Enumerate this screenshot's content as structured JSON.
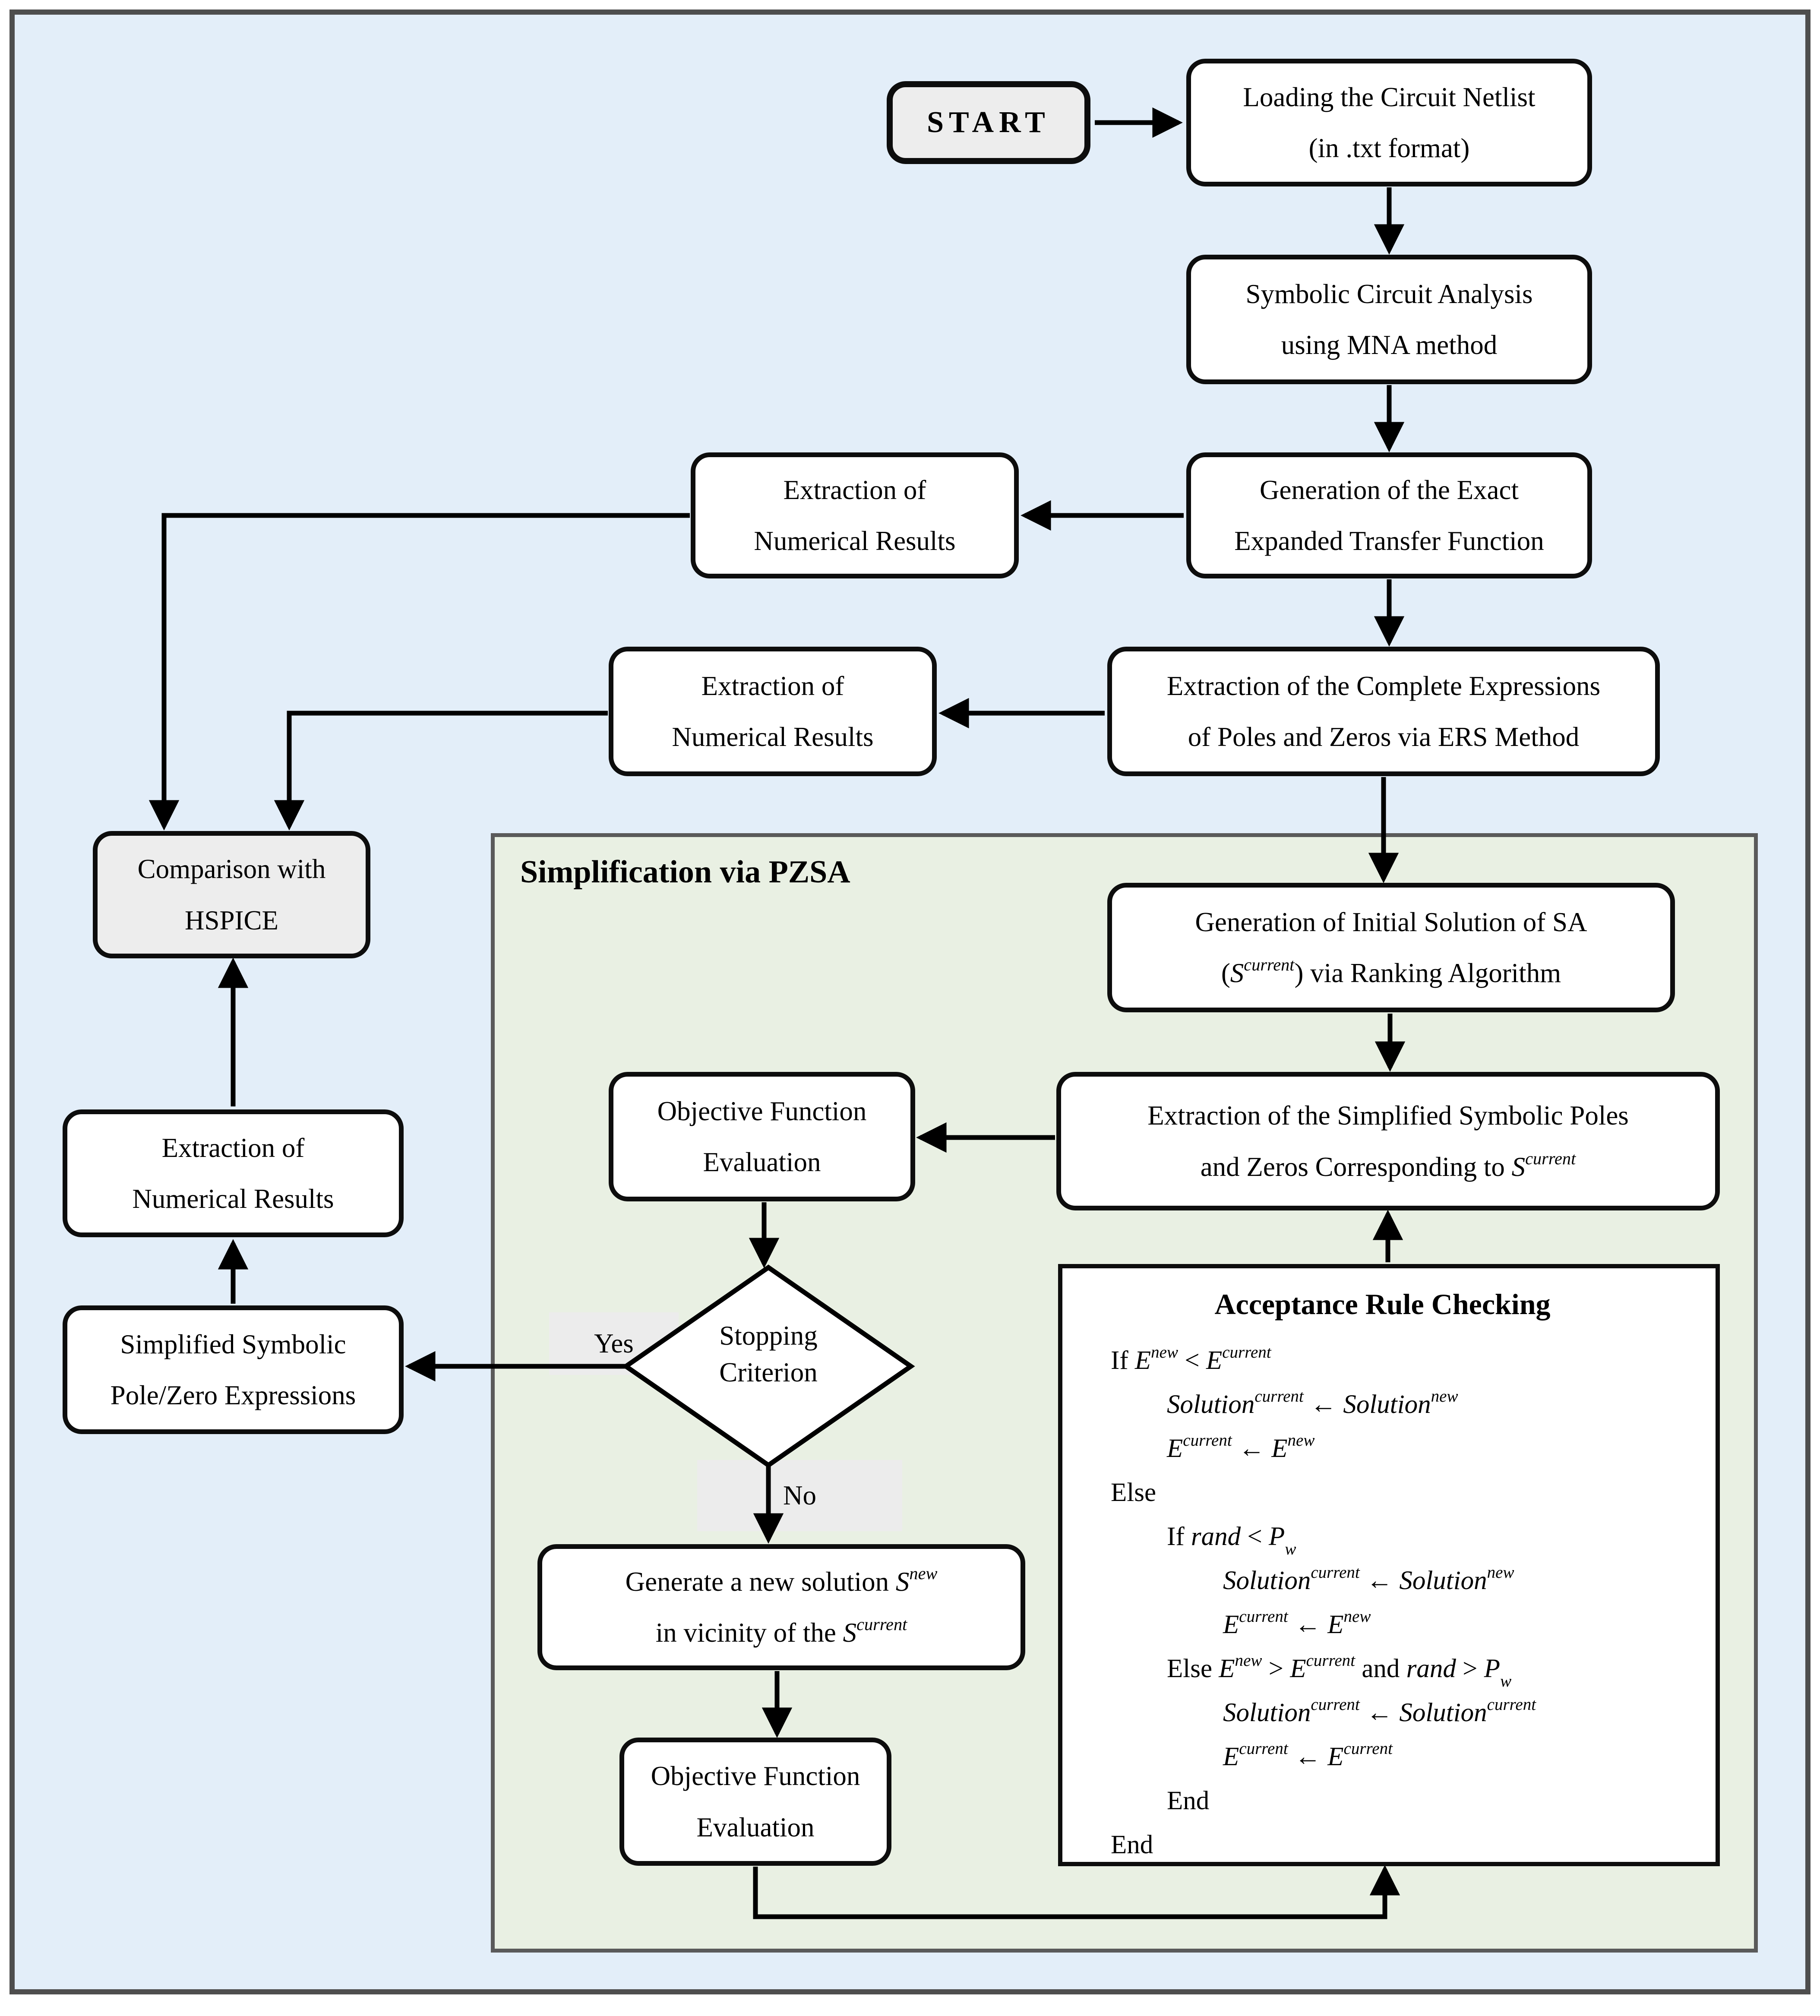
{
  "colors": {
    "page_margin": "#ffffff",
    "canvas_bg": "#e3eef9",
    "region_bg": "#e9f0e3",
    "box_bg": "#ffffff",
    "terminal_bg": "#ededed",
    "label_highlight_bg": "#ececec",
    "outer_border": "#4e4e4e",
    "region_border": "#5a5a5a",
    "box_border": "#0d0d0d",
    "arrow": "#000000"
  },
  "nodes": {
    "start": {
      "label": "START"
    },
    "loading": {
      "lines": [
        "Loading the Circuit Netlist",
        "(in .txt format)"
      ]
    },
    "symbolic": {
      "lines": [
        "Symbolic Circuit Analysis",
        "using MNA method"
      ]
    },
    "gen_tf": {
      "lines": [
        "Generation of the Exact",
        "Expanded Transfer Function"
      ]
    },
    "extraction1": {
      "lines": [
        "Extraction of",
        "Numerical Results"
      ]
    },
    "ers": {
      "lines": [
        "Extraction of the Complete Expressions",
        "of Poles and Zeros via ERS Method"
      ]
    },
    "extraction2": {
      "lines": [
        "Extraction of",
        "Numerical Results"
      ]
    },
    "hspice": {
      "lines": [
        "Comparison with",
        "HSPICE"
      ]
    },
    "extraction3": {
      "lines": [
        "Extraction of",
        "Numerical Results"
      ]
    },
    "simplified": {
      "lines": [
        "Simplified Symbolic",
        "Pole/Zero Expressions"
      ]
    },
    "region_title": "Simplification via PZSA",
    "init_sa": {
      "line1": {
        "segs": [
          [
            "t",
            "Generation of Initial Solution of SA"
          ]
        ]
      },
      "line2": {
        "segs": [
          [
            "t",
            "("
          ],
          [
            "i",
            "S"
          ],
          [
            "sup",
            "current"
          ],
          [
            "t",
            ") via Ranking Algorithm"
          ]
        ]
      }
    },
    "extract_simplified": {
      "line1": {
        "segs": [
          [
            "t",
            "Extraction of the Simplified Symbolic Poles"
          ]
        ]
      },
      "line2": {
        "segs": [
          [
            "t",
            "and Zeros Corresponding to "
          ],
          [
            "i",
            "S"
          ],
          [
            "sup",
            "current"
          ]
        ]
      }
    },
    "ofe1": {
      "lines": [
        "Objective Function",
        "Evaluation"
      ]
    },
    "stopping": {
      "lines": [
        "Stopping",
        "Criterion"
      ]
    },
    "yes_label": "Yes",
    "no_label": "No",
    "gen_new": {
      "line1": {
        "segs": [
          [
            "t",
            "Generate a new solution "
          ],
          [
            "i",
            "S"
          ],
          [
            "sup",
            "new"
          ]
        ]
      },
      "line2": {
        "segs": [
          [
            "t",
            "in vicinity of the "
          ],
          [
            "i",
            "S"
          ],
          [
            "sup",
            "current"
          ]
        ]
      }
    },
    "ofe2": {
      "lines": [
        "Objective Function",
        "Evaluation"
      ]
    },
    "acceptance": {
      "title": "Acceptance Rule Checking",
      "lines": [
        {
          "indent": 0,
          "segs": [
            [
              "t",
              "If "
            ],
            [
              "i",
              "E"
            ],
            [
              "sup",
              "new"
            ],
            [
              "t",
              " < "
            ],
            [
              "i",
              "E"
            ],
            [
              "sup",
              "current"
            ]
          ]
        },
        {
          "indent": 1,
          "segs": [
            [
              "i",
              "Solution"
            ],
            [
              "sup",
              "current"
            ],
            [
              "t",
              " ← "
            ],
            [
              "i",
              "Solution"
            ],
            [
              "sup",
              "new"
            ]
          ]
        },
        {
          "indent": 1,
          "segs": [
            [
              "i",
              "E"
            ],
            [
              "sup",
              "current"
            ],
            [
              "t",
              " ← "
            ],
            [
              "i",
              "E"
            ],
            [
              "sup",
              "new"
            ]
          ]
        },
        {
          "indent": 0,
          "segs": [
            [
              "t",
              "Else"
            ]
          ]
        },
        {
          "indent": 1,
          "segs": [
            [
              "t",
              "If "
            ],
            [
              "i",
              "rand"
            ],
            [
              "t",
              " < "
            ],
            [
              "i",
              "P"
            ],
            [
              "sub",
              "w"
            ]
          ]
        },
        {
          "indent": 2,
          "segs": [
            [
              "i",
              "Solution"
            ],
            [
              "sup",
              "current"
            ],
            [
              "t",
              " ← "
            ],
            [
              "i",
              "Solution"
            ],
            [
              "sup",
              "new"
            ]
          ]
        },
        {
          "indent": 2,
          "segs": [
            [
              "i",
              "E"
            ],
            [
              "sup",
              "current"
            ],
            [
              "t",
              " ← "
            ],
            [
              "i",
              "E"
            ],
            [
              "sup",
              "new"
            ]
          ]
        },
        {
          "indent": 1,
          "segs": [
            [
              "t",
              "Else "
            ],
            [
              "i",
              "E"
            ],
            [
              "sup",
              "new"
            ],
            [
              "t",
              " > "
            ],
            [
              "i",
              "E"
            ],
            [
              "sup",
              "current"
            ],
            [
              "t",
              " and "
            ],
            [
              "i",
              "rand"
            ],
            [
              "t",
              " > "
            ],
            [
              "i",
              "P"
            ],
            [
              "sub",
              "w"
            ]
          ]
        },
        {
          "indent": 2,
          "segs": [
            [
              "i",
              "Solution"
            ],
            [
              "sup",
              "current"
            ],
            [
              "t",
              " ← "
            ],
            [
              "i",
              "Solution"
            ],
            [
              "sup",
              "current"
            ]
          ]
        },
        {
          "indent": 2,
          "segs": [
            [
              "i",
              "E"
            ],
            [
              "sup",
              "current"
            ],
            [
              "t",
              " ← "
            ],
            [
              "i",
              "E"
            ],
            [
              "sup",
              "current"
            ]
          ]
        },
        {
          "indent": 1,
          "segs": [
            [
              "t",
              "End"
            ]
          ]
        },
        {
          "indent": 0,
          "segs": [
            [
              "t",
              "End"
            ]
          ]
        }
      ]
    }
  }
}
